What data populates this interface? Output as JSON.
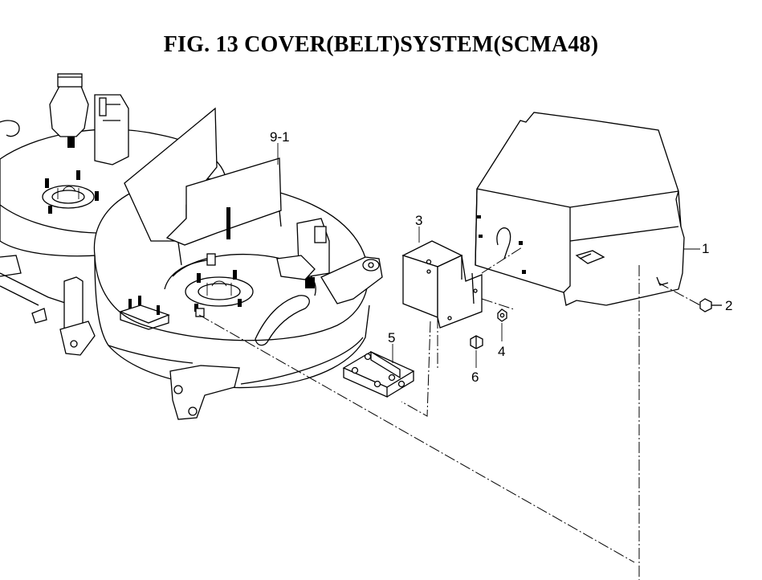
{
  "title": "FIG. 13  COVER(BELT)SYSTEM(SCMA48)",
  "callouts": {
    "c1": "1",
    "c2": "2",
    "c3": "3",
    "c4": "4",
    "c5": "5",
    "c6": "6",
    "c91": "9-1"
  }
}
